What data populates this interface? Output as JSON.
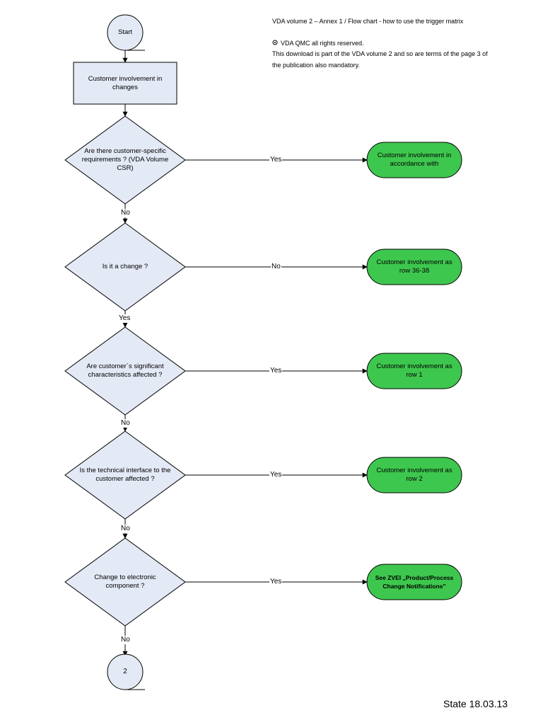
{
  "header": {
    "title": "VDA volume 2 – Annex 1 / Flow chart - how to use the trigger matrix",
    "copyright": "VDA QMC all rights reserved.",
    "notice_line1": "This download is part of the VDA volume 2 and so are terms of the page 3 of",
    "notice_line2": "the publication also mandatory."
  },
  "start_label": "Start",
  "process_label": "Customer involvement in changes",
  "decisions": [
    {
      "text": "Are there customer-specific requirements ? (VDA Volume CSR)",
      "branch": "Yes",
      "down": "No",
      "outcome": "Customer involvement in accordance with"
    },
    {
      "text": "Is it a change ?",
      "branch": "No",
      "down": "Yes",
      "outcome": "Customer involvement as row 36-38"
    },
    {
      "text": "Are customer´s significant characteristics affected ?",
      "branch": "Yes",
      "down": "No",
      "outcome": "Customer involvement as row 1"
    },
    {
      "text": "Is the technical interface to the customer affected ?",
      "branch": "Yes",
      "down": "No",
      "outcome": "Customer involvement as row 2"
    },
    {
      "text": "Change to electronic component ?",
      "branch": "Yes",
      "down": "No",
      "outcome": "See ZVEI „Product/Process Change Notifications”"
    }
  ],
  "end_connector": "2",
  "footer": "State 18.03.13",
  "colors": {
    "diamond_fill": "#e4e9f6",
    "process_fill": "#e4e9f6",
    "outcome_fill": "#3ec74e",
    "stroke": "#000000"
  }
}
